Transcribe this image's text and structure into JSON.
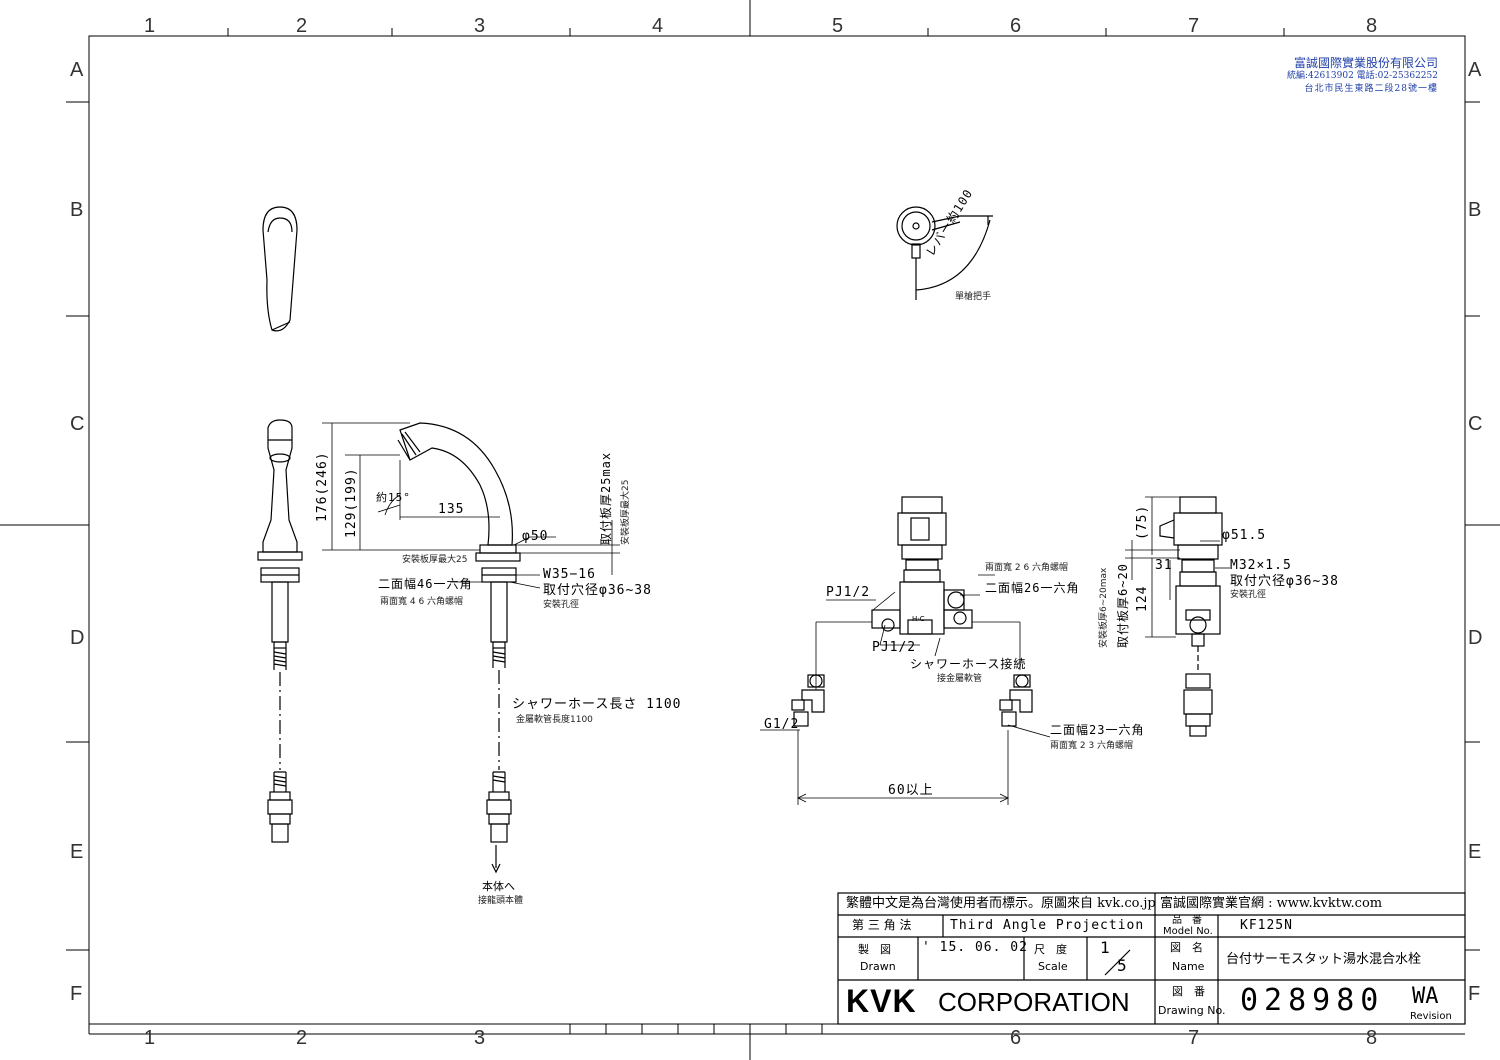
{
  "grid": {
    "columns": [
      "1",
      "2",
      "3",
      "4",
      "5",
      "6",
      "7",
      "8"
    ],
    "rows": [
      "A",
      "B",
      "C",
      "D",
      "E",
      "F"
    ]
  },
  "company": {
    "name": "富誠國際實業股份有限公司",
    "tax_phone": "統編:42613902 電話:02-25362252",
    "address": "台北市民生東路二段28號一樓"
  },
  "labels": {
    "lever": "レバー約100",
    "handle": "單槍把手",
    "d176": "176(246)",
    "d129": "129(199)",
    "angle": "約15°",
    "d135": "135",
    "phi50": "φ50",
    "plate_max": "取付板厚25max",
    "plate_max_zh": "安裝板厚最大25",
    "plate_zh": "安裝板厚最大25",
    "hex46": "二面幅46一六角",
    "hex46_zh": "兩面寬 4 6 六角螺帽",
    "w35": "W35−16",
    "hole_left": "取付穴径φ36~38",
    "hole_left_zh": "安裝孔徑",
    "hose_len": "シャワーホース長さ  1100",
    "hose_len_zh": "金屬軟管長度1100",
    "to_body": "本体へ",
    "to_body_zh": "接龍頭本體",
    "hex26_zh": "兩面寬 2 6 六角螺帽",
    "hex26": "二面幅26一六角",
    "pj_top": "PJ1/2",
    "pj_bottom": "PJ1/2",
    "hc": "H-C",
    "shower_conn": "シャワーホース接続",
    "shower_conn_zh": "接金屬軟管",
    "g12": "G1/2",
    "hex23": "二面幅23一六角",
    "hex23_zh": "兩面寬 2 3 六角螺帽",
    "d60": "60以上",
    "d75": "(75)",
    "phi515": "φ51.5",
    "m32": "M32×1.5",
    "hole_right": "取付穴径φ36~38",
    "hole_right_zh": "安裝孔徑",
    "d31": "31",
    "d124": "124",
    "plate_range": "取付板厚6~20",
    "plate_range_zh": "安裝板厚6~20max"
  },
  "title_block": {
    "note": "繁體中文是為台灣使用者而標示。原圖來自 kvk.co.jp",
    "site": "富誠國際實業官網 : www.kvktw.com",
    "projection_jp": "第 三 角 法",
    "projection_en": "Third Angle Projection",
    "model_label_jp": "品　番",
    "model_label_en": "Model No.",
    "model_value": "KF125N",
    "drawn_jp": "製　図",
    "drawn_en": "Drawn",
    "drawn_date": "' 15. 06. 02",
    "scale_jp": "尺　度",
    "scale_en": "Scale",
    "scale_num": "1",
    "scale_den": "5",
    "name_jp": "図　名",
    "name_en": "Name",
    "name_value": "台付サーモスタット湯水混合水栓",
    "logo": "KVK",
    "corporation": "CORPORATION",
    "drawing_no_jp": "図　番",
    "drawing_no_en": "Drawing No.",
    "drawing_no": "028980",
    "revision_code": "WA",
    "revision_en": "Revision"
  }
}
